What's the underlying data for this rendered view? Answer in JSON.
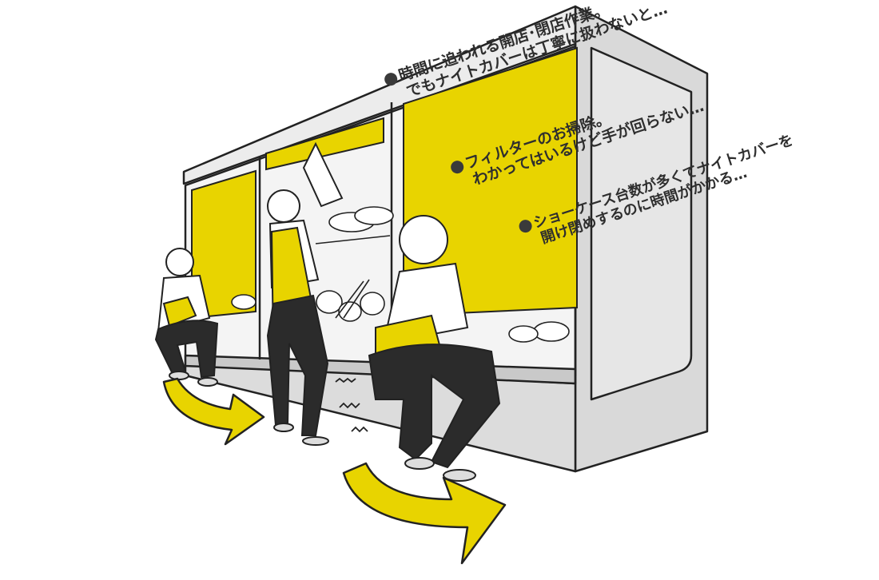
{
  "colors": {
    "accent_yellow": "#e8d400",
    "case_gray": "#d9d9d9",
    "case_light": "#ececec",
    "outline": "#222222",
    "pants": "#2b2b2b",
    "skin": "#ffffff",
    "text": "#2e2e2e"
  },
  "notes": [
    {
      "line1": "時間に追われる開店･閉店作業。",
      "line2": "でもナイトカバーは丁寧に扱わないと…"
    },
    {
      "line1": "フィルターのお掃除。",
      "line2": "わかってはいるけど手が回らない…"
    },
    {
      "line1": "ショーケース台数が多くてナイトカバーを",
      "line2": "開け閉めするのに時間がかかる…"
    }
  ],
  "icons": [
    "bullet-icon",
    "arrow-icon",
    "vibration-icon"
  ]
}
